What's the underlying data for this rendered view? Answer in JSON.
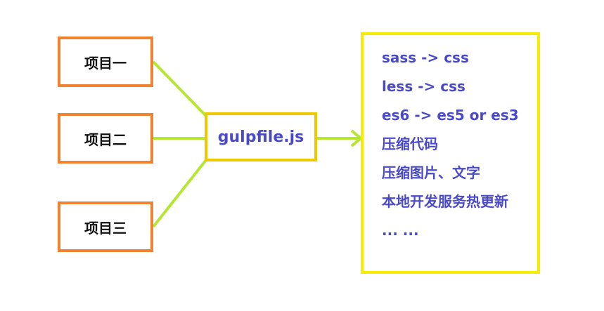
{
  "projects": [
    {
      "label": "项目一"
    },
    {
      "label": "项目二"
    },
    {
      "label": "项目三"
    }
  ],
  "center": {
    "label": "gulpfile.js"
  },
  "tasks": [
    "sass -> css",
    "less -> css",
    "es6 -> es5 or es3",
    "压缩代码",
    "压缩图片、文字",
    "本地开发服务热更新",
    "... ..."
  ],
  "colors": {
    "project_border": "#f08232",
    "center_border": "#f0c800",
    "tasks_border": "#f5ec00",
    "connector": "#b4e632",
    "accent_text": "#4a4ac8"
  }
}
